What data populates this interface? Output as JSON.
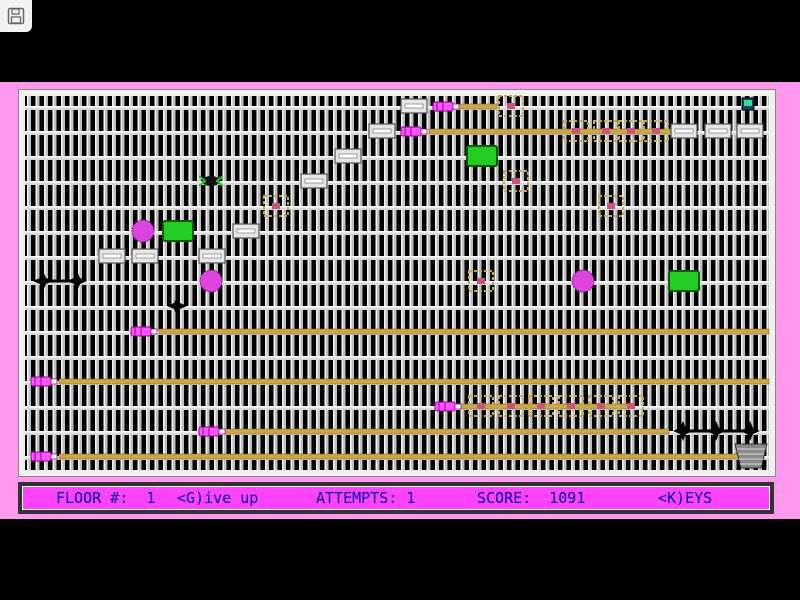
{
  "toolbar": {
    "save_icon": "floppy-disk-icon",
    "sidebar_toggle_icon": "chevron-right-icon"
  },
  "status": {
    "floor_label": "FLOOR #:",
    "floor_value": "1",
    "give_up": "<G)ive up",
    "attempts_label": "ATTEMPTS:",
    "attempts_value": "1",
    "score_label": "SCORE:",
    "score_value": "1091",
    "keys": "<K)EYS"
  },
  "colors": {
    "frame": "#ff99ee",
    "status_bg": "#ff44ff",
    "status_text": "#0000aa",
    "rope": "#c8a848",
    "creature": "#ff55ff",
    "block": "#22cc22",
    "ball": "#dd44dd"
  }
}
